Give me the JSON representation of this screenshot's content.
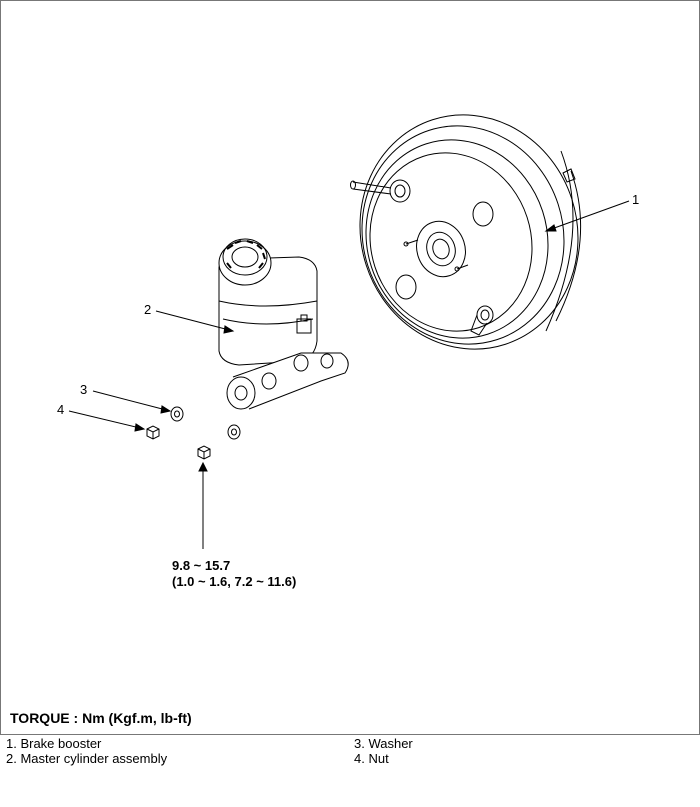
{
  "callouts": [
    "1",
    "2",
    "3",
    "4"
  ],
  "torque": {
    "value_line1": "9.8 ~ 15.7",
    "value_line2": "(1.0 ~ 1.6, 7.2 ~ 11.6)",
    "heading": "TORQUE : Nm (Kgf.m, lb-ft)"
  },
  "legend": {
    "left": [
      "1. Brake booster",
      "2. Master cylinder assembly"
    ],
    "right": [
      "3. Washer",
      "4. Nut"
    ]
  }
}
